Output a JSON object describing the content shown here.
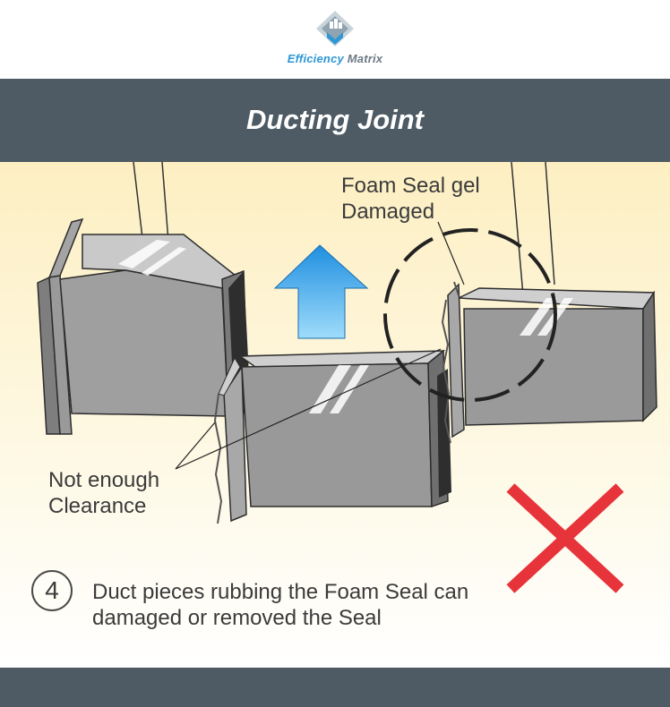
{
  "brand": {
    "word1": "Efficiency",
    "word2": "Matrix"
  },
  "title": "Ducting Joint",
  "labels": {
    "foam_line1": "Foam Seal gel",
    "foam_line2": "Damaged",
    "clearance_line1": "Not enough",
    "clearance_line2": "Clearance"
  },
  "step": {
    "number": "4",
    "line1": "Duct pieces rubbing the Foam Seal can",
    "line2": "damaged or removed the Seal"
  },
  "colors": {
    "header_band": "#4e5b64",
    "brand_blue": "#2f97d4",
    "arrow": "#3aa6e6",
    "cross": "#e7333a",
    "background_warm": "#fdf1c7",
    "duct_gray": "#9b9b9b"
  },
  "icons": [
    "logo-icon",
    "up-arrow-icon",
    "cross-icon"
  ]
}
